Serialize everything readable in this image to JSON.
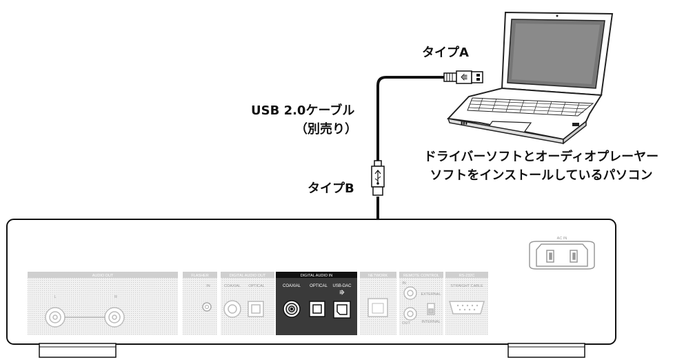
{
  "labels": {
    "type_a": "タイプA",
    "type_b": "タイプB",
    "cable_line1": "USB 2.0ケーブル",
    "cable_line2": "（別売り）",
    "pc_line1": "ドライバーソフトとオーディオプレーヤー",
    "pc_line2": "ソフトをインストールしているパソコン"
  },
  "panel": {
    "audio_out": "AUDIO OUT",
    "flasher": "FLASHER",
    "flasher_in": "IN",
    "digital_audio_out": "DIGITAL AUDIO OUT",
    "dao_coaxial": "COAXIAL",
    "dao_optical": "OPTICAL",
    "digital_audio_in": "DIGITAL AUDIO IN",
    "dai_coaxial": "COAXIAL",
    "dai_optical": "OPTICAL",
    "dai_usb_dac": "USB-DAC",
    "network": "NETWORK",
    "remote_control": "REMOTE CONTROL",
    "rc_in": "IN",
    "rc_out": "OUT",
    "rc_external": "EXTERNAL",
    "rc_internal": "INTERNAL",
    "rs232c": "RS-232C",
    "straight_cable": "STRAIGHT CABLE",
    "ac_in": "AC IN",
    "ch_l": "L",
    "ch_r": "R"
  }
}
